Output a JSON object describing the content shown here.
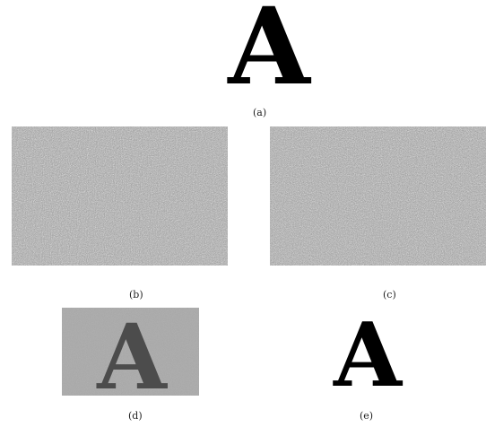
{
  "figure": {
    "panels": [
      {
        "id": "a",
        "caption": "(a)",
        "glyph": "A",
        "kind": "original-letter"
      },
      {
        "id": "b",
        "caption": "(b)",
        "kind": "noise-share"
      },
      {
        "id": "c",
        "caption": "(c)",
        "kind": "noise-share"
      },
      {
        "id": "d",
        "caption": "(d)",
        "glyph": "A",
        "kind": "stacked-shares"
      },
      {
        "id": "e",
        "caption": "(e)",
        "glyph": "A",
        "kind": "recovered-letter"
      }
    ]
  },
  "colors": {
    "background": "#ffffff",
    "ink": "#000000",
    "noise_dark": "#5a5a5a",
    "noise_light": "#d8d8d8",
    "stacked_bg": "#a9a9a9",
    "stacked_letter": "#4c4c4c"
  }
}
